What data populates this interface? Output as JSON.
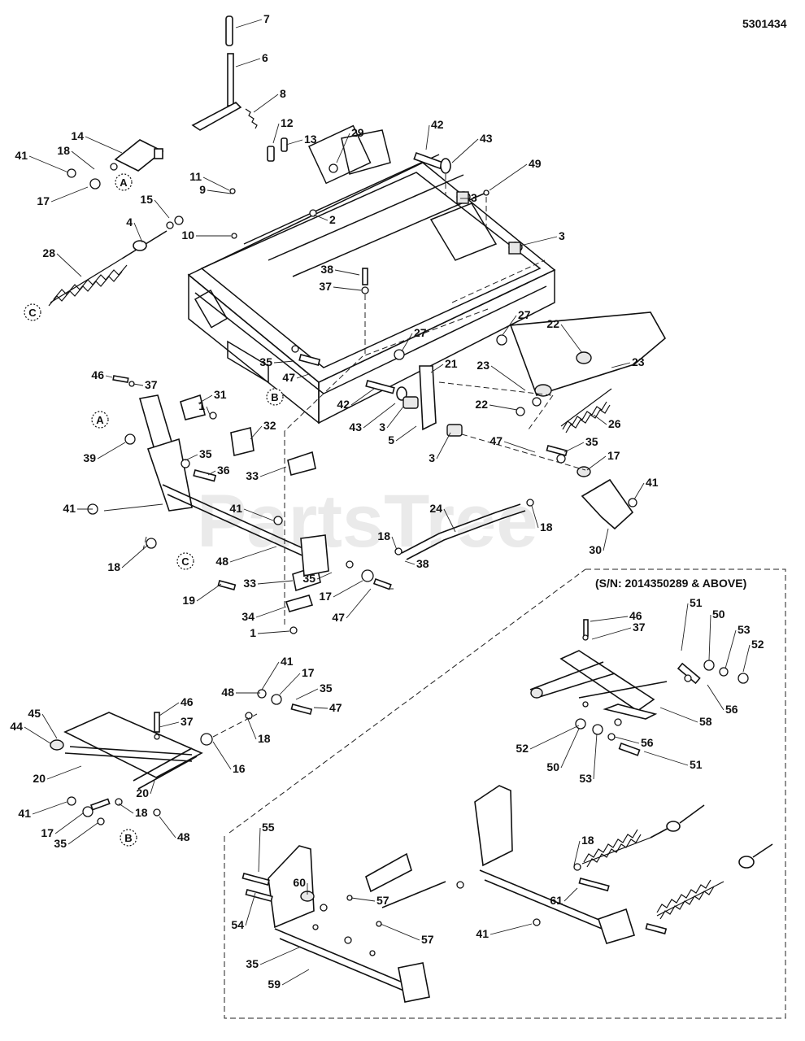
{
  "document_id": "5301434",
  "watermark": "PartsTree",
  "serial_note": "(S/N: 2014350289 & ABOVE)",
  "callouts": [
    {
      "label": "7"
    },
    {
      "label": "6"
    },
    {
      "label": "8"
    },
    {
      "label": "12"
    },
    {
      "label": "13"
    },
    {
      "label": "14"
    },
    {
      "label": "29"
    },
    {
      "label": "42"
    },
    {
      "label": "43"
    },
    {
      "label": "49"
    },
    {
      "label": "41"
    },
    {
      "label": "18"
    },
    {
      "label": "17"
    },
    {
      "label": "11"
    },
    {
      "label": "9"
    },
    {
      "label": "15"
    },
    {
      "label": "4"
    },
    {
      "label": "2"
    },
    {
      "label": "10"
    },
    {
      "label": "3"
    },
    {
      "label": "3"
    },
    {
      "label": "28"
    },
    {
      "label": "38"
    },
    {
      "label": "37"
    },
    {
      "label": "27"
    },
    {
      "label": "22"
    },
    {
      "label": "27"
    },
    {
      "label": "21"
    },
    {
      "label": "23"
    },
    {
      "label": "23"
    },
    {
      "label": "46"
    },
    {
      "label": "37"
    },
    {
      "label": "35"
    },
    {
      "label": "47"
    },
    {
      "label": "42"
    },
    {
      "label": "22"
    },
    {
      "label": "31"
    },
    {
      "label": "1"
    },
    {
      "label": "43"
    },
    {
      "label": "3"
    },
    {
      "label": "26"
    },
    {
      "label": "5"
    },
    {
      "label": "32"
    },
    {
      "label": "39"
    },
    {
      "label": "35"
    },
    {
      "label": "3"
    },
    {
      "label": "47"
    },
    {
      "label": "35"
    },
    {
      "label": "36"
    },
    {
      "label": "33"
    },
    {
      "label": "17"
    },
    {
      "label": "41"
    },
    {
      "label": "41"
    },
    {
      "label": "24"
    },
    {
      "label": "41"
    },
    {
      "label": "18"
    },
    {
      "label": "30"
    },
    {
      "label": "18"
    },
    {
      "label": "48"
    },
    {
      "label": "38"
    },
    {
      "label": "18"
    },
    {
      "label": "35"
    },
    {
      "label": "33"
    },
    {
      "label": "19"
    },
    {
      "label": "17"
    },
    {
      "label": "47"
    },
    {
      "label": "34"
    },
    {
      "label": "1"
    },
    {
      "label": "46"
    },
    {
      "label": "51"
    },
    {
      "label": "50"
    },
    {
      "label": "37"
    },
    {
      "label": "53"
    },
    {
      "label": "52"
    },
    {
      "label": "41"
    },
    {
      "label": "17"
    },
    {
      "label": "35"
    },
    {
      "label": "48"
    },
    {
      "label": "56"
    },
    {
      "label": "46"
    },
    {
      "label": "47"
    },
    {
      "label": "58"
    },
    {
      "label": "45"
    },
    {
      "label": "37"
    },
    {
      "label": "52"
    },
    {
      "label": "56"
    },
    {
      "label": "44"
    },
    {
      "label": "18"
    },
    {
      "label": "16"
    },
    {
      "label": "50"
    },
    {
      "label": "51"
    },
    {
      "label": "53"
    },
    {
      "label": "20"
    },
    {
      "label": "20"
    },
    {
      "label": "41"
    },
    {
      "label": "18"
    },
    {
      "label": "17"
    },
    {
      "label": "48"
    },
    {
      "label": "35"
    },
    {
      "label": "55"
    },
    {
      "label": "18"
    },
    {
      "label": "60"
    },
    {
      "label": "57"
    },
    {
      "label": "61"
    },
    {
      "label": "54"
    },
    {
      "label": "41"
    },
    {
      "label": "57"
    },
    {
      "label": "35"
    },
    {
      "label": "59"
    }
  ],
  "reference_letters": [
    {
      "label": "A"
    },
    {
      "label": "C"
    },
    {
      "label": "B"
    },
    {
      "label": "A"
    },
    {
      "label": "C"
    },
    {
      "label": "B"
    }
  ]
}
